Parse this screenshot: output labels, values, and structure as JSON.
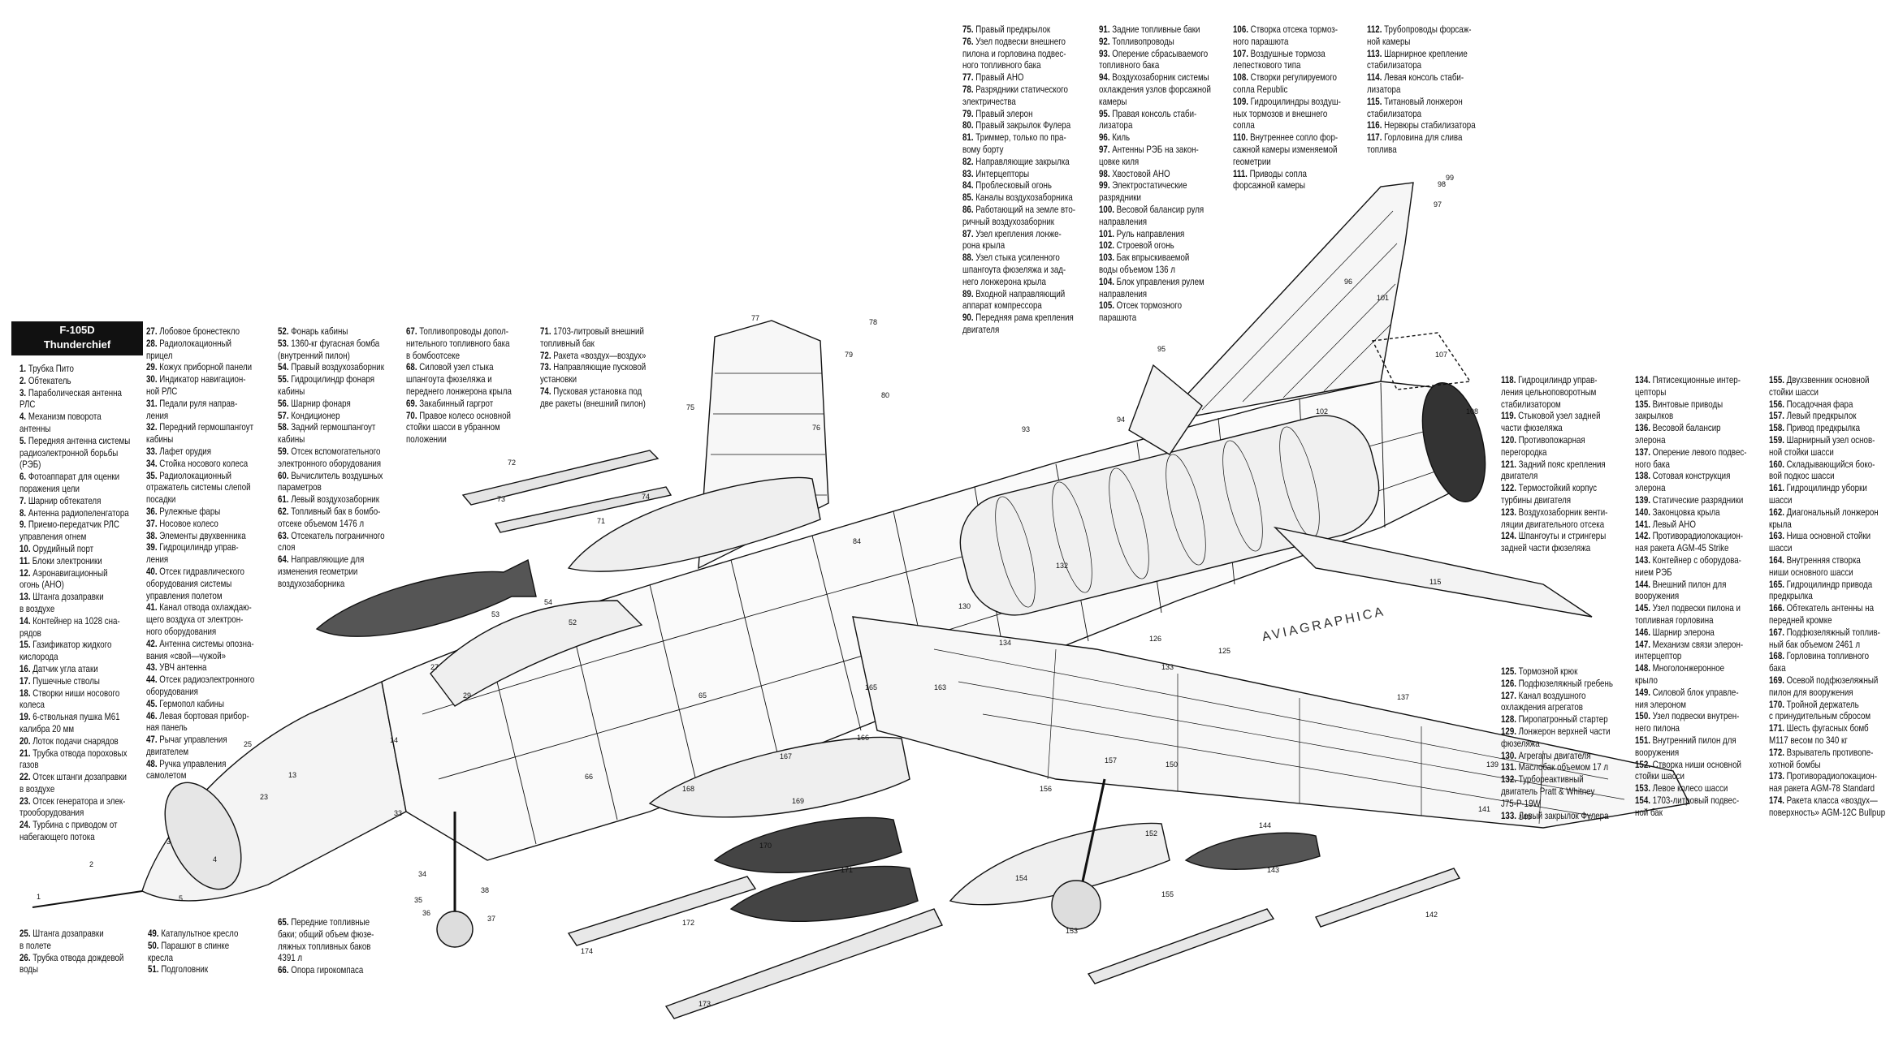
{
  "header": {
    "line1": "F-105D",
    "line2": "Thunderchief"
  },
  "watermark": "AVIAGRAPHICA",
  "legend_columns": [
    {
      "id": "c1",
      "items": [
        {
          "n": "1.",
          "t": "Трубка Пито"
        },
        {
          "n": "2.",
          "t": "Обтекатель"
        },
        {
          "n": "3.",
          "t": "Параболическая антенна\nРЛС"
        },
        {
          "n": "4.",
          "t": "Механизм поворота\nантенны"
        },
        {
          "n": "5.",
          "t": "Передняя антенна системы\nрадиоэлектронной борьбы\n(РЭБ)"
        },
        {
          "n": "6.",
          "t": "Фотоаппарат для оценки\nпоражения цели"
        },
        {
          "n": "7.",
          "t": "Шарнир обтекателя"
        },
        {
          "n": "8.",
          "t": "Антенна радиопеленгатора"
        },
        {
          "n": "9.",
          "t": "Приемо-передатчик РЛС\nуправления огнем"
        },
        {
          "n": "10.",
          "t": "Орудийный порт"
        },
        {
          "n": "11.",
          "t": "Блоки электроники"
        },
        {
          "n": "12.",
          "t": "Аэронавигационный\nогонь (АНО)"
        },
        {
          "n": "13.",
          "t": "Штанга дозаправки\nв воздухе"
        },
        {
          "n": "14.",
          "t": "Контейнер на 1028 сна-\nрядов"
        },
        {
          "n": "15.",
          "t": "Газификатор жидкого\nкислорода"
        },
        {
          "n": "16.",
          "t": "Датчик угла атаки"
        },
        {
          "n": "17.",
          "t": "Пушечные стволы"
        },
        {
          "n": "18.",
          "t": "Створки ниши носового\nколеса"
        },
        {
          "n": "19.",
          "t": "6-ствольная пушка М61\nкалибра 20 мм"
        },
        {
          "n": "20.",
          "t": "Лоток подачи снарядов"
        },
        {
          "n": "21.",
          "t": "Трубка отвода пороховых\nгазов"
        },
        {
          "n": "22.",
          "t": "Отсек штанги дозаправки\nв воздухе"
        },
        {
          "n": "23.",
          "t": "Отсек генератора и элек-\nтрооборудования"
        },
        {
          "n": "24.",
          "t": "Турбина с приводом от\nнабегающего потока"
        }
      ]
    },
    {
      "id": "c1b",
      "items": [
        {
          "n": "25.",
          "t": "Штанга дозаправки\nв полете"
        },
        {
          "n": "26.",
          "t": "Трубка отвода дождевой\nводы"
        }
      ]
    },
    {
      "id": "c2",
      "items": [
        {
          "n": "27.",
          "t": "Лобовое бронестекло"
        },
        {
          "n": "28.",
          "t": "Радиолокационный\nприцел"
        },
        {
          "n": "29.",
          "t": "Кожух приборной панели"
        },
        {
          "n": "30.",
          "t": "Индикатор навигацион-\nной РЛС"
        },
        {
          "n": "31.",
          "t": "Педали руля направ-\nления"
        },
        {
          "n": "32.",
          "t": "Передний гермошпангоут\nкабины"
        },
        {
          "n": "33.",
          "t": "Лафет орудия"
        },
        {
          "n": "34.",
          "t": "Стойка носового колеса"
        },
        {
          "n": "35.",
          "t": "Радиолокационный\nотражатель системы слепой\nпосадки"
        },
        {
          "n": "36.",
          "t": "Рулежные фары"
        },
        {
          "n": "37.",
          "t": "Носовое колесо"
        },
        {
          "n": "38.",
          "t": "Элементы двухвенника"
        },
        {
          "n": "39.",
          "t": "Гидроцилиндр управ-\nления"
        },
        {
          "n": "40.",
          "t": "Отсек гидравлического\nоборудования системы\nуправления полетом"
        },
        {
          "n": "41.",
          "t": "Канал отвода охлаждаю-\nщего воздуха от электрон-\nного оборудования"
        },
        {
          "n": "42.",
          "t": "Антенна системы опозна-\nвания «свой—чужой»"
        },
        {
          "n": "43.",
          "t": "УВЧ антенна"
        },
        {
          "n": "44.",
          "t": "Отсек радиоэлектронного\nоборудования"
        },
        {
          "n": "45.",
          "t": "Гермопол кабины"
        },
        {
          "n": "46.",
          "t": "Левая бортовая прибор-\nная панель"
        },
        {
          "n": "47.",
          "t": "Рычаг управления\nдвигателем"
        },
        {
          "n": "48.",
          "t": "Ручка управления\nсамолетом"
        }
      ]
    },
    {
      "id": "c2b",
      "items": [
        {
          "n": "49.",
          "t": "Катапультное кресло"
        },
        {
          "n": "50.",
          "t": "Парашют в спинке\nкресла"
        },
        {
          "n": "51.",
          "t": "Подголовник"
        }
      ]
    },
    {
      "id": "c3",
      "items": [
        {
          "n": "52.",
          "t": "Фонарь кабины"
        },
        {
          "n": "53.",
          "t": "1360-кг фугасная бомба\n(внутренний пилон)"
        },
        {
          "n": "54.",
          "t": "Правый воздухозаборник"
        },
        {
          "n": "55.",
          "t": "Гидроцилиндр фонаря\nкабины"
        },
        {
          "n": "56.",
          "t": "Шарнир фонаря"
        },
        {
          "n": "57.",
          "t": "Кондиционер"
        },
        {
          "n": "58.",
          "t": "Задний гермошпангоут\nкабины"
        },
        {
          "n": "59.",
          "t": "Отсек вспомогательного\nэлектронного оборудования"
        },
        {
          "n": "60.",
          "t": "Вычислитель воздушных\nпараметров"
        },
        {
          "n": "61.",
          "t": "Левый воздухозаборник"
        },
        {
          "n": "62.",
          "t": "Топливный бак в бомбо-\nотсеке объемом 1476 л"
        },
        {
          "n": "63.",
          "t": "Отсекатель пограничного\nслоя"
        },
        {
          "n": "64.",
          "t": "Направляющие для\nизменения геометрии\nвоздухозаборника"
        }
      ]
    },
    {
      "id": "c3b",
      "items": [
        {
          "n": "65.",
          "t": "Передние топливные\nбаки; общий объем фюзе-\nляжных топливных баков\n4391 л"
        },
        {
          "n": "66.",
          "t": "Опора гирокомпаса"
        }
      ]
    },
    {
      "id": "c4",
      "items": [
        {
          "n": "67.",
          "t": "Топливопроводы допол-\nнительного топливного бака\nв бомбоотсеке"
        },
        {
          "n": "68.",
          "t": "Силовой узел стыка\nшпангоута фюзеляжа и\nпереднего лонжерона крыла"
        },
        {
          "n": "69.",
          "t": "Закабинный гаргрот"
        },
        {
          "n": "70.",
          "t": "Правое колесо основной\nстойки шасси в убранном\nположении"
        }
      ]
    },
    {
      "id": "c5",
      "items": [
        {
          "n": "71.",
          "t": "1703-литровый внешний\nтопливный бак"
        },
        {
          "n": "72.",
          "t": "Ракета «воздух—воздух»"
        },
        {
          "n": "73.",
          "t": "Направляющие пусковой\nустановки"
        },
        {
          "n": "74.",
          "t": "Пусковая установка под\nдве ракеты (внешний пилон)"
        }
      ]
    },
    {
      "id": "c6",
      "items": [
        {
          "n": "75.",
          "t": "Правый предкрылок"
        },
        {
          "n": "76.",
          "t": "Узел подвески внешнего\nпилона и горловина подвес-\nного топливного бака"
        },
        {
          "n": "77.",
          "t": "Правый АНО"
        },
        {
          "n": "78.",
          "t": "Разрядники статического\nэлектричества"
        },
        {
          "n": "79.",
          "t": "Правый элерон"
        },
        {
          "n": "80.",
          "t": "Правый закрылок Фулера"
        },
        {
          "n": "81.",
          "t": "Триммер, только по пра-\nвому борту"
        },
        {
          "n": "82.",
          "t": "Направляющие закрылка"
        },
        {
          "n": "83.",
          "t": "Интерцепторы"
        },
        {
          "n": "84.",
          "t": "Проблесковый огонь"
        },
        {
          "n": "85.",
          "t": "Каналы воздухозаборника"
        },
        {
          "n": "86.",
          "t": "Работающий на земле вто-\nричный воздухозаборник"
        },
        {
          "n": "87.",
          "t": "Узел крепления лонже-\nрона крыла"
        },
        {
          "n": "88.",
          "t": "Узел стыка усиленного\nшпангоута фюзеляжа и зад-\nнего лонжерона крыла"
        },
        {
          "n": "89.",
          "t": "Входной направляющий\nаппарат компрессора"
        },
        {
          "n": "90.",
          "t": "Передняя рама крепления\nдвигателя"
        }
      ]
    },
    {
      "id": "c7",
      "items": [
        {
          "n": "91.",
          "t": "Задние топливные баки"
        },
        {
          "n": "92.",
          "t": "Топливопроводы"
        },
        {
          "n": "93.",
          "t": "Оперение сбрасываемого\nтопливного бака"
        },
        {
          "n": "94.",
          "t": "Воздухозаборник системы\nохлаждения узлов форсажной\nкамеры"
        },
        {
          "n": "95.",
          "t": "Правая консоль стаби-\nлизатора"
        },
        {
          "n": "96.",
          "t": "Киль"
        },
        {
          "n": "97.",
          "t": "Антенны РЭБ на закон-\nцовке киля"
        },
        {
          "n": "98.",
          "t": "Хвостовой АНО"
        },
        {
          "n": "99.",
          "t": "Электростатические\nразрядники"
        },
        {
          "n": "100.",
          "t": "Весовой балансир руля\nнаправления"
        },
        {
          "n": "101.",
          "t": "Руль направления"
        },
        {
          "n": "102.",
          "t": "Строевой огонь"
        },
        {
          "n": "103.",
          "t": "Бак впрыскиваемой\nводы объемом 136 л"
        },
        {
          "n": "104.",
          "t": "Блок управления рулем\nнаправления"
        },
        {
          "n": "105.",
          "t": "Отсек тормозного\nпарашюта"
        }
      ]
    },
    {
      "id": "c8",
      "items": [
        {
          "n": "106.",
          "t": "Створка отсека тормоз-\nного парашюта"
        },
        {
          "n": "107.",
          "t": "Воздушные тормоза\nлепесткового типа"
        },
        {
          "n": "108.",
          "t": "Створки регулируемого\nсопла Republic"
        },
        {
          "n": "109.",
          "t": "Гидроцилиндры воздуш-\nных тормозов и внешнего\nсопла"
        },
        {
          "n": "110.",
          "t": "Внутреннее сопло фор-\nсажной камеры изменяемой\nгеометрии"
        },
        {
          "n": "111.",
          "t": "Приводы сопла\nфорсажной камеры"
        }
      ]
    },
    {
      "id": "c9",
      "items": [
        {
          "n": "112.",
          "t": "Трубопроводы форсаж-\nной камеры"
        },
        {
          "n": "113.",
          "t": "Шарнирное крепление\nстабилизатора"
        },
        {
          "n": "114.",
          "t": "Левая консоль стаби-\nлизатора"
        },
        {
          "n": "115.",
          "t": "Титановый лонжерон\nстабилизатора"
        },
        {
          "n": "116.",
          "t": "Нервюры стабилизатора"
        },
        {
          "n": "117.",
          "t": "Горловина для слива\nтоплива"
        }
      ]
    },
    {
      "id": "c10",
      "items": [
        {
          "n": "118.",
          "t": "Гидроцилиндр управ-\nления цельноповоротным\nстабилизатором"
        },
        {
          "n": "119.",
          "t": "Стыковой узел задней\nчасти фюзеляжа"
        },
        {
          "n": "120.",
          "t": "Противопожарная\nперегородка"
        },
        {
          "n": "121.",
          "t": "Задний пояс крепления\nдвигателя"
        },
        {
          "n": "122.",
          "t": "Термостойкий корпус\nтурбины двигателя"
        },
        {
          "n": "123.",
          "t": "Воздухозаборник венти-\nляции двигательного отсека"
        },
        {
          "n": "124.",
          "t": "Шпангоуты и стрингеры\nзадней части фюзеляжа"
        }
      ]
    },
    {
      "id": "c10b",
      "items": [
        {
          "n": "125.",
          "t": "Тормозной крюк"
        },
        {
          "n": "126.",
          "t": "Подфюзеляжный гребень"
        },
        {
          "n": "127.",
          "t": "Канал воздушного\nохлаждения агрегатов"
        },
        {
          "n": "128.",
          "t": "Пиропатронный стартер"
        },
        {
          "n": "129.",
          "t": "Лонжерон верхней части\nфюзеляжа"
        },
        {
          "n": "130.",
          "t": "Агрегаты двигателя"
        },
        {
          "n": "131.",
          "t": "Маслобак объемом 17 л"
        },
        {
          "n": "132.",
          "t": "Турбореактивный\nдвигатель Pratt & Whitney\nJ75-P-19W"
        },
        {
          "n": "133.",
          "t": "Левый закрылок Фулера"
        }
      ]
    },
    {
      "id": "c11",
      "items": [
        {
          "n": "134.",
          "t": "Пятисекционные интер-\nцепторы"
        },
        {
          "n": "135.",
          "t": "Винтовые приводы\nзакрылков"
        },
        {
          "n": "136.",
          "t": "Весовой балансир\nэлерона"
        },
        {
          "n": "137.",
          "t": "Оперение левого подвес-\nного бака"
        },
        {
          "n": "138.",
          "t": "Сотовая конструкция\nэлерона"
        },
        {
          "n": "139.",
          "t": "Статические разрядники"
        },
        {
          "n": "140.",
          "t": "Законцовка крыла"
        },
        {
          "n": "141.",
          "t": "Левый АНО"
        },
        {
          "n": "142.",
          "t": "Противорадиолокацион-\nная ракета AGM-45 Strike"
        },
        {
          "n": "143.",
          "t": "Контейнер с оборудова-\nнием РЭБ"
        },
        {
          "n": "144.",
          "t": "Внешний пилон для\nвооружения"
        },
        {
          "n": "145.",
          "t": "Узел подвески пилона и\nтопливная горловина"
        },
        {
          "n": "146.",
          "t": "Шарнир элерона"
        },
        {
          "n": "147.",
          "t": "Механизм связи элерон-\nинтерцептор"
        },
        {
          "n": "148.",
          "t": "Многолонжеронное\nкрыло"
        },
        {
          "n": "149.",
          "t": "Силовой блок управле-\nния элероном"
        },
        {
          "n": "150.",
          "t": "Узел подвески внутрен-\nнего пилона"
        },
        {
          "n": "151.",
          "t": "Внутренний пилон для\nвооружения"
        },
        {
          "n": "152.",
          "t": "Створка ниши основной\nстойки шасси"
        },
        {
          "n": "153.",
          "t": "Левое колесо шасси"
        },
        {
          "n": "154.",
          "t": "1703-литровый подвес-\nной бак"
        }
      ]
    },
    {
      "id": "c12",
      "items": [
        {
          "n": "155.",
          "t": "Двухзвенник основной\nстойки шасси"
        },
        {
          "n": "156.",
          "t": "Посадочная фара"
        },
        {
          "n": "157.",
          "t": "Левый предкрылок"
        },
        {
          "n": "158.",
          "t": "Привод предкрылка"
        },
        {
          "n": "159.",
          "t": "Шарнирный узел основ-\nной стойки шасси"
        },
        {
          "n": "160.",
          "t": "Складывающийся боко-\nвой подкос шасси"
        },
        {
          "n": "161.",
          "t": "Гидроцилиндр уборки\nшасси"
        },
        {
          "n": "162.",
          "t": "Диагональный лонжерон\nкрыла"
        },
        {
          "n": "163.",
          "t": "Ниша основной стойки\nшасси"
        },
        {
          "n": "164.",
          "t": "Внутренняя створка\nниши основного шасси"
        },
        {
          "n": "165.",
          "t": "Гидроцилиндр привода\nпредкрылка"
        },
        {
          "n": "166.",
          "t": "Обтекатель антенны на\nпередней кромке"
        },
        {
          "n": "167.",
          "t": "Подфюзеляжный топлив-\nный бак объемом 2461 л"
        },
        {
          "n": "168.",
          "t": "Горловина топливного\nбака"
        },
        {
          "n": "169.",
          "t": "Осевой подфюзеляжный\nпилон для вооружения"
        },
        {
          "n": "170.",
          "t": "Тройной держатель\nс принудительным сбросом"
        },
        {
          "n": "171.",
          "t": "Шесть фугасных бомб\nМ117 весом по 340 кг"
        },
        {
          "n": "172.",
          "t": "Взрыватель противопе-\nхотной бомбы"
        },
        {
          "n": "173.",
          "t": "Противорадиолокацион-\nная ракета AGM-78 Standard"
        },
        {
          "n": "174.",
          "t": "Ракета класса «воздух—\nповерхность» AGM-12C Bullpup"
        }
      ]
    }
  ],
  "callout_numbers": [
    "1",
    "2",
    "3",
    "4",
    "5",
    "13",
    "14",
    "23",
    "25",
    "27",
    "29",
    "33",
    "34",
    "35",
    "36",
    "37",
    "38",
    "52",
    "53",
    "54",
    "65",
    "66",
    "71",
    "72",
    "73",
    "74",
    "75",
    "76",
    "77",
    "78",
    "79",
    "80",
    "84",
    "93",
    "94",
    "95",
    "96",
    "97",
    "98",
    "99",
    "101",
    "102",
    "107",
    "108",
    "115",
    "125",
    "126",
    "130",
    "132",
    "133",
    "134",
    "137",
    "139",
    "140",
    "141",
    "142",
    "143",
    "144",
    "150",
    "152",
    "153",
    "154",
    "155",
    "156",
    "157",
    "163",
    "165",
    "166",
    "167",
    "168",
    "169",
    "170",
    "171",
    "172",
    "173",
    "174"
  ]
}
